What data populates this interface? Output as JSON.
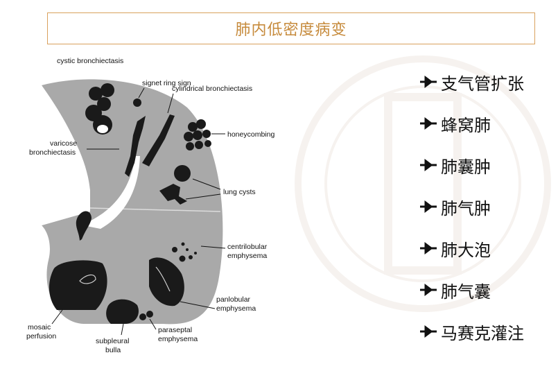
{
  "title": "肺内低密度病变",
  "diagram_labels": {
    "cystic": "cystic bronchiectasis",
    "signet": "signet ring sign",
    "cylindrical": "cylindrical bronchiectasis",
    "varicose_1": "varicose",
    "varicose_2": "bronchiectasis",
    "honeycombing": "honeycombing",
    "lung_cysts": "lung cysts",
    "centrilobular_1": "centrilobular",
    "centrilobular_2": "emphysema",
    "panlobular_1": "panlobular",
    "panlobular_2": "emphysema",
    "mosaic_1": "mosaic",
    "mosaic_2": "perfusion",
    "subpleural_1": "subpleural",
    "subpleural_2": "bulla",
    "paraseptal_1": "paraseptal",
    "paraseptal_2": "emphysema"
  },
  "list_items": [
    "支气管扩张",
    "蜂窝肺",
    "肺囊肿",
    "肺气肿",
    "肺大泡",
    "肺气囊",
    "马赛克灌注"
  ],
  "colors": {
    "title_border": "#d9a15c",
    "title_text": "#c68a3b",
    "lung_gray": "#a9a9a9",
    "dark": "#1a1a1a"
  },
  "icons": {
    "bullet": "arrow-bullet-icon",
    "watermark": "seal-watermark-icon"
  }
}
